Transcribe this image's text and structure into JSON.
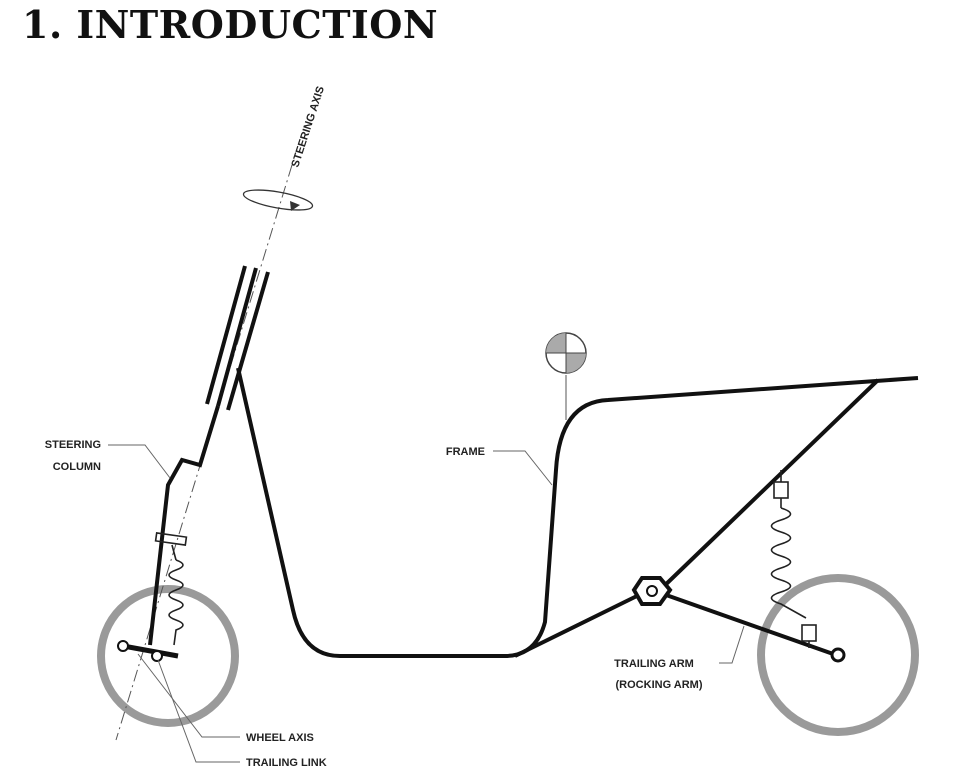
{
  "heading": "1. INTRODUCTION",
  "labels": {
    "steering_axis": "STEERING AXIS",
    "steering_line1": "STEERING",
    "steering_line2": "COLUMN",
    "frame": "FRAME",
    "trailing_arm_line1": "TRAILING ARM",
    "trailing_arm_line2": "(ROCKING ARM)",
    "wheel_axis": "WHEEL AXIS",
    "trailing_link": "TRAILING LINK"
  },
  "colors": {
    "wheel": "#9a9a9a",
    "frame": "#111111",
    "thin": "#555555"
  }
}
